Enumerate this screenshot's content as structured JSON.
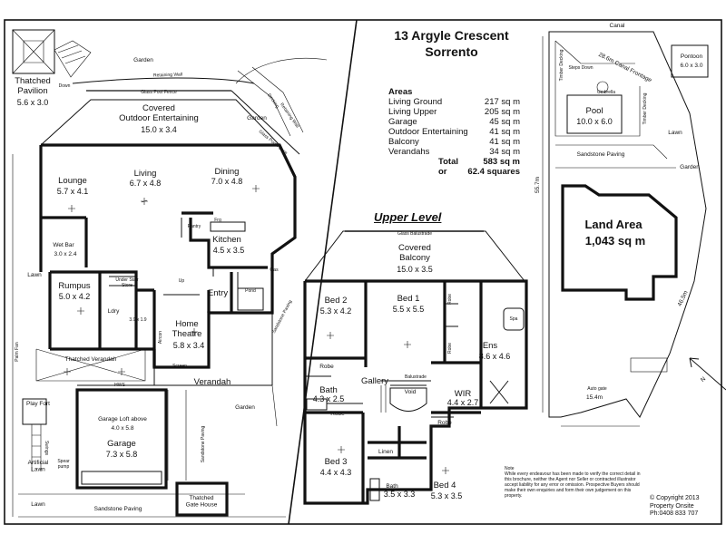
{
  "header": {
    "address": "13 Argyle Crescent",
    "suburb": "Sorrento"
  },
  "areas": {
    "heading": "Areas",
    "rows": [
      {
        "label": "Living Ground",
        "value": "217 sq m"
      },
      {
        "label": "Living Upper",
        "value": "205 sq m"
      },
      {
        "label": "Garage",
        "value": "45 sq m"
      },
      {
        "label": "Outdoor Entertaining",
        "value": "41 sq m"
      },
      {
        "label": "Balcony",
        "value": "41 sq m"
      },
      {
        "label": "Verandahs",
        "value": "34 sq m"
      }
    ],
    "total_label": "Total",
    "total_value": "583 sq m",
    "or_label": "or",
    "squares_value": "62.4 squares"
  },
  "upper_level_title": "Upper Level",
  "ground": {
    "thatched_pavilion": {
      "name": "Thatched\nPavilion",
      "dims": "5.6 x 3.0"
    },
    "garden_top": "Garden",
    "retaining_wall": "Retaining Wall",
    "glass_pool_fence": "Glass Pool Fence",
    "covered_outdoor": {
      "name": "Covered\nOutdoor Entertaining",
      "dims": "15.0 x 3.4"
    },
    "garden_right": "Garden",
    "decking": "Decking",
    "retaining_wall_diag": "Retaining Wall",
    "glass_pool_fence_diag": "Glass Pool Fence",
    "lounge": {
      "name": "Lounge",
      "dims": "5.7 x 4.1"
    },
    "living": {
      "name": "Living",
      "dims": "6.7 x 4.8"
    },
    "dining": {
      "name": "Dining",
      "dims": "7.0 x 4.8"
    },
    "pantry": "Pantry",
    "frg": "Frg",
    "kitchen": {
      "name": "Kitchen",
      "dims": "4.5 x 3.5"
    },
    "wet_bar": {
      "name": "Wet Bar",
      "dims": "3.0 x 2.4"
    },
    "lawn_left": "Lawn",
    "rumpus": {
      "name": "Rumpus",
      "dims": "5.0 x 4.2"
    },
    "under_stair": "Under Stair\nStore",
    "ldry": {
      "name": "Ldry",
      "dims": "3.9 x 1.9"
    },
    "home_theatre": {
      "name": "Home\nTheatre",
      "dims": "5.8 x 3.4"
    },
    "entry": "Entry",
    "pond": "Pond",
    "sandstone_paving_diag": "Sandstone Paving",
    "thatched_verandah": "Thatched Verandah",
    "screen": "Screen",
    "hws": "HWS",
    "verandah": "Verandah",
    "play_fort": "Play Fort",
    "swings": "Swings",
    "artificial_lawn": "Artificial\nLawn",
    "spear_pump": "Spear\npump",
    "garage_loft": {
      "name": "Garage Loft above",
      "dims": "4.0 x 5.8"
    },
    "garage": {
      "name": "Garage",
      "dims": "7.3 x 5.8"
    },
    "sandstone_paving_vert": "Sandstone Paving",
    "garden_br": "Garden",
    "lawn_bottom": "Lawn",
    "sandstone_paving_bottom": "Sandstone Paving",
    "thatched_gate_house": "Thatched\nGate House",
    "palm_fan": "Palm Fan",
    "up": "Up",
    "down": "Down",
    "aircon": "Aircon",
    "gas": "Gas"
  },
  "upper": {
    "glass_balustrade": "Glass Balustrade",
    "balcony": {
      "name": "Covered\nBalcony",
      "dims": "15.0 x 3.5"
    },
    "bed2": {
      "name": "Bed 2",
      "dims": "5.3 x 4.2"
    },
    "bed1": {
      "name": "Bed 1",
      "dims": "5.5 x 5.5"
    },
    "robe": "Robe",
    "ens": {
      "name": "Ens",
      "dims": "8.6 x 4.6"
    },
    "spa": "Spa",
    "gallery": "Gallery",
    "balustrade": "Balustrade",
    "void": "Void",
    "bath1": {
      "name": "Bath",
      "dims": "4.3 x 2.5"
    },
    "wir": {
      "name": "WIR",
      "dims": "4.4 x 2.7"
    },
    "bed3": {
      "name": "Bed 3",
      "dims": "4.4 x 4.3"
    },
    "linen": "Linen",
    "bath2": {
      "name": "Bath",
      "dims": "3.5 x 3.3"
    },
    "bed4": {
      "name": "Bed 4",
      "dims": "5.3 x 3.5"
    }
  },
  "site": {
    "canal": "Canal",
    "canal_frontage": "28.6m Canal Frontage",
    "pontoon": {
      "name": "Pontoon",
      "dims": "6.0 x 3.0"
    },
    "steps_down": "Steps Down",
    "umbrella": "Umbrella",
    "timber_decking_left": "Timber Decking",
    "timber_decking_right": "Timber Decking",
    "pool": {
      "name": "Pool",
      "dims": "10.0 x 6.0"
    },
    "lawn": "Lawn",
    "sandstone_paving": "Sandstone Paving",
    "garden": "Garden",
    "side_left": "55.7m",
    "side_right": "46.5m",
    "land_area": {
      "name": "Land Area",
      "value": "1,043 sq m"
    },
    "auto_gate": "Auto gate",
    "frontage": "15.4m",
    "north": "N"
  },
  "note": {
    "title": "Note",
    "text": "While every endeavour has been made to verify the correct detail in this brochure, neither the Agent nor Seller or contracted illustrator accept liability for any error or omission. Prospective Buyers should make their own enquiries and form their own judgement on this property."
  },
  "copyright": {
    "line1": "© Copyright 2013",
    "line2": "Property Onsite",
    "line3": "Ph:0408 833 707"
  }
}
